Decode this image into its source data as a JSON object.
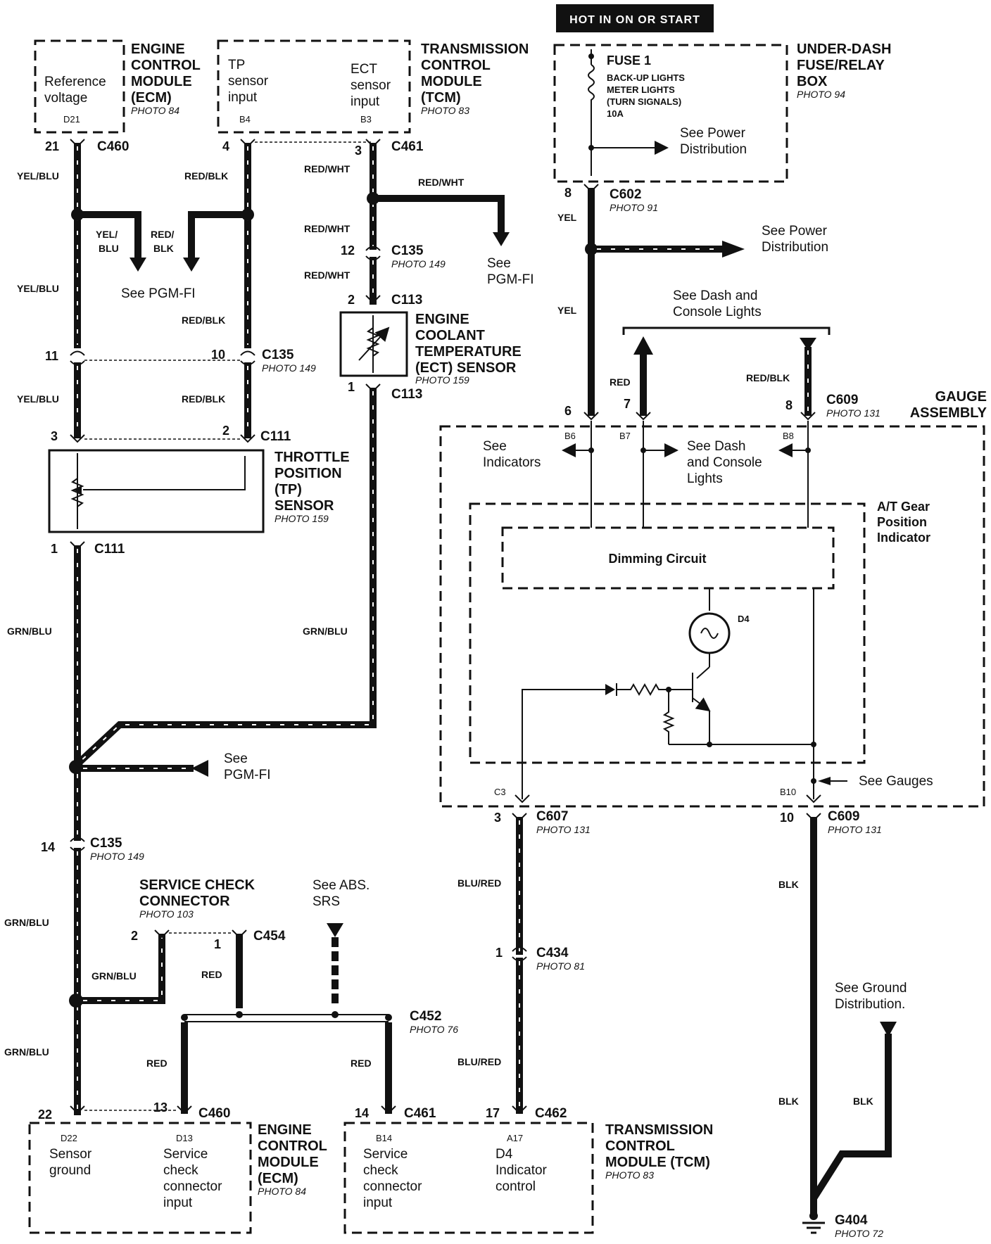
{
  "hot_banner": "HOT IN ON OR START",
  "ecm_top": {
    "title_lines": [
      "ENGINE",
      "CONTROL",
      "MODULE",
      "(ECM)"
    ],
    "photo": "PHOTO 84",
    "pin_lines": [
      "Reference",
      "voltage"
    ],
    "pin_id": "D21",
    "pin_no": "21",
    "connector": "C460"
  },
  "tcm_top": {
    "title_lines": [
      "TRANSMISSION",
      "CONTROL",
      "MODULE",
      "(TCM)"
    ],
    "photo": "PHOTO 83",
    "tp_lines": [
      "TP",
      "sensor",
      "input"
    ],
    "tp_id": "B4",
    "ect_lines": [
      "ECT",
      "sensor",
      "input"
    ],
    "ect_id": "B3",
    "pin_tp": "4",
    "pin_ect": "3",
    "connector": "C461"
  },
  "fuse_box": {
    "title_lines": [
      "UNDER-DASH",
      "FUSE/RELAY",
      "BOX"
    ],
    "photo": "PHOTO 94",
    "fuse_name": "FUSE 1",
    "fuse_lines": [
      "BACK-UP LIGHTS",
      "METER LIGHTS",
      "(TURN SIGNALS)",
      "10A"
    ],
    "see_power_lines": [
      "See Power",
      "Distribution"
    ]
  },
  "c602": {
    "pin": "8",
    "name": "C602",
    "photo": "PHOTO 91"
  },
  "see_power_2": [
    "See Power",
    "Distribution"
  ],
  "see_dash_top": [
    "See Dash and",
    "Console Lights"
  ],
  "wires": {
    "yel_blu": "YEL/BLU",
    "red_blk": "RED/BLK",
    "red_wht": "RED/WHT",
    "yel": "YEL",
    "red": "RED",
    "grn_blu": "GRN/BLU",
    "blu_red": "BLU/RED",
    "blk": "BLK",
    "yel_split": [
      "YEL/",
      "BLU"
    ],
    "red_split": [
      "RED/",
      "BLK"
    ]
  },
  "see_pgm_fi": "See PGM-FI",
  "see_pgm_fi_lines": [
    "See",
    "PGM-FI"
  ],
  "c135": {
    "name": "C135",
    "photo": "PHOTO 149",
    "pins": [
      "12",
      "11",
      "10",
      "14"
    ]
  },
  "c113": {
    "name": "C113",
    "pin_top": "2",
    "pin_bottom": "1"
  },
  "ect_sensor": {
    "title_lines": [
      "ENGINE",
      "COOLANT",
      "TEMPERATURE",
      "(ECT) SENSOR"
    ],
    "photo": "PHOTO 159"
  },
  "c111": {
    "name": "C111",
    "pin_a": "3",
    "pin_b": "2",
    "pin_c": "1"
  },
  "tp_sensor": {
    "title_lines": [
      "THROTTLE",
      "POSITION",
      "(TP)",
      "SENSOR"
    ],
    "photo": "PHOTO 159"
  },
  "c609_top": {
    "pin_yel": "6",
    "pin_red": "7",
    "pin_redblk": "8",
    "name": "C609",
    "photo": "PHOTO 131"
  },
  "gauge": {
    "title_lines": [
      "GAUGE",
      "ASSEMBLY"
    ],
    "b6": "B6",
    "b7": "B7",
    "b8": "B8",
    "see_indicators": [
      "See",
      "Indicators"
    ],
    "see_dash": [
      "See Dash",
      "and Console",
      "Lights"
    ],
    "at_lines": [
      "A/T Gear",
      "Position",
      "Indicator"
    ],
    "dimming": "Dimming Circuit",
    "d4": "D4",
    "c3": "C3",
    "b10": "B10",
    "see_gauges": "See Gauges"
  },
  "c607": {
    "pin": "3",
    "name": "C607",
    "photo": "PHOTO 131"
  },
  "c609_bottom": {
    "pin": "10",
    "name": "C609",
    "photo": "PHOTO 131"
  },
  "service_check": {
    "title_lines": [
      "SERVICE CHECK",
      "CONNECTOR"
    ],
    "photo": "PHOTO 103",
    "pin2": "2",
    "pin1": "1",
    "connector": "C454"
  },
  "see_abs": [
    "See ABS.",
    "SRS"
  ],
  "c452": {
    "name": "C452",
    "photo": "PHOTO 76"
  },
  "c434": {
    "pin": "1",
    "name": "C434",
    "photo": "PHOTO 81"
  },
  "see_ground": [
    "See Ground",
    "Distribution."
  ],
  "ecm_bottom": {
    "pin22": "22",
    "pin13": "13",
    "connector": "C460",
    "d22": "D22",
    "d13": "D13",
    "sensor_ground": [
      "Sensor",
      "ground"
    ],
    "svc_input": [
      "Service",
      "check",
      "connector",
      "input"
    ],
    "title_lines": [
      "ENGINE",
      "CONTROL",
      "MODULE",
      "(ECM)"
    ],
    "photo": "PHOTO 84"
  },
  "tcm_bottom": {
    "pin14": "14",
    "conn461": "C461",
    "pin17": "17",
    "conn462": "C462",
    "b14": "B14",
    "a17": "A17",
    "svc_input": [
      "Service",
      "check",
      "connector",
      "input"
    ],
    "d4_lines": [
      "D4",
      "Indicator",
      "control"
    ],
    "title_lines": [
      "TRANSMISSION",
      "CONTROL",
      "MODULE (TCM)"
    ],
    "photo": "PHOTO 83"
  },
  "g404": {
    "name": "G404",
    "photo": "PHOTO 72"
  }
}
